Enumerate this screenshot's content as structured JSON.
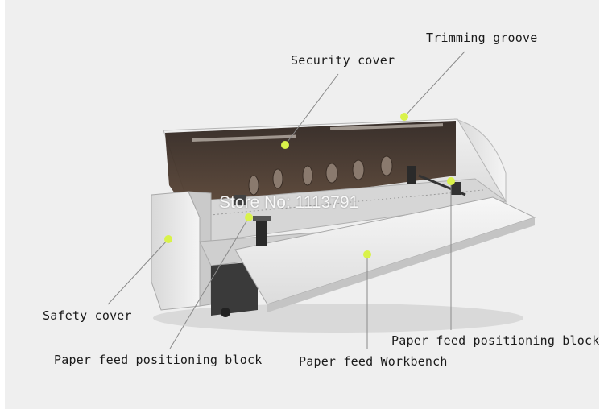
{
  "photo": {
    "subject": "Electric paper creasing machine photo",
    "watermark": "Store No: 1113791"
  },
  "callouts": [
    {
      "id": "trimming-groove",
      "label": "Trimming groove"
    },
    {
      "id": "security-cover",
      "label": "Security cover"
    },
    {
      "id": "safety-cover",
      "label": "Safety cover"
    },
    {
      "id": "paper-feed-positioning-block-left",
      "label": "Paper feed positioning block"
    },
    {
      "id": "paper-feed-workbench",
      "label": "Paper feed Workbench"
    },
    {
      "id": "paper-feed-positioning-block-right",
      "label": "Paper feed positioning block"
    }
  ],
  "colors": {
    "background": "#efefef",
    "marker": "#d9f24a",
    "leader_line": "#8a8a8a",
    "machine_body": "#e4e4e4",
    "cover_tint": "#3a2a22"
  }
}
